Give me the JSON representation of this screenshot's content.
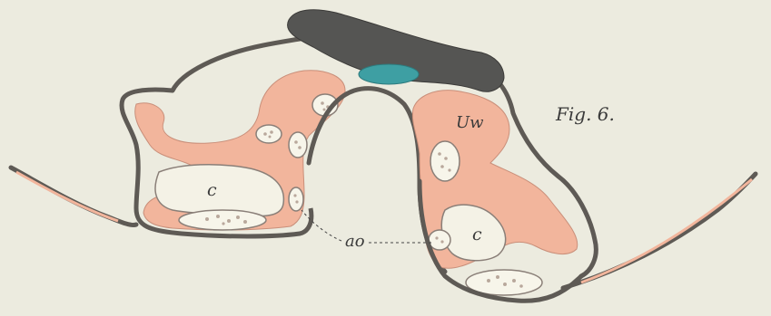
{
  "figure": {
    "title": "Fig. 6.",
    "labels": {
      "uw": "Uw",
      "c_left": "c",
      "c_right": "c",
      "ao": "ao"
    },
    "colors": {
      "paper": "#ecebdf",
      "tissue": "#f2b59c",
      "outline": "#5e5a55",
      "dark_layer": "#555553",
      "notochord": "#3e9fa3",
      "cavity": "#f4f2e6"
    }
  }
}
